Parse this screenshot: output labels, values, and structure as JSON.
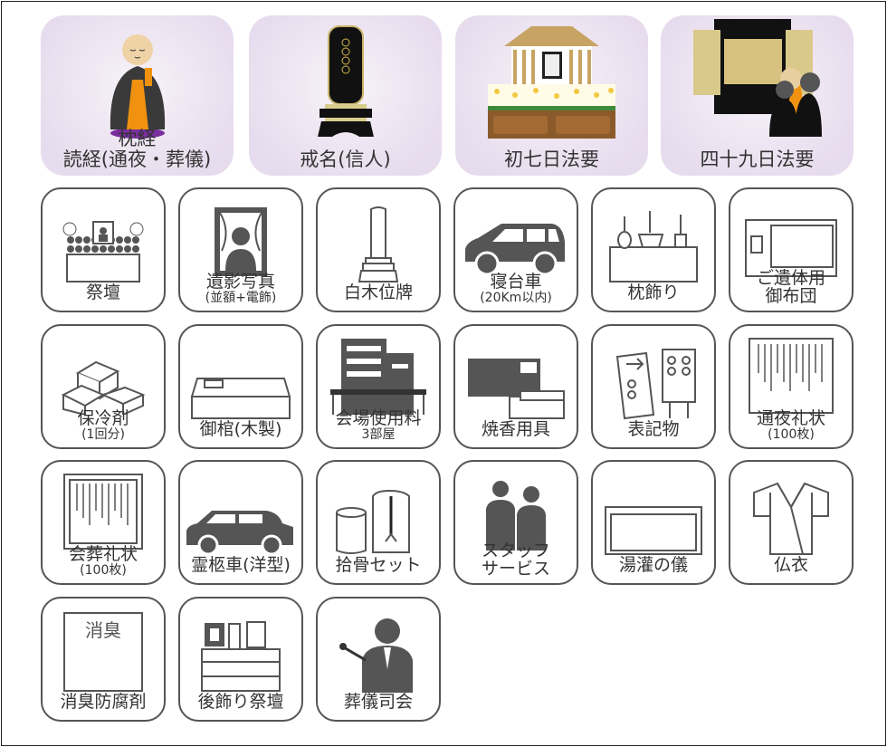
{
  "featured": [
    {
      "name": "makuragyo",
      "label": "枕経",
      "label2": "読経(通夜・葬儀)",
      "icon": "monk-icon"
    },
    {
      "name": "kaimyo",
      "label": "戒名(信人)",
      "icon": "memorial-tablet-icon"
    },
    {
      "name": "shonanoka",
      "label": "初七日法要",
      "icon": "altar-photo-icon"
    },
    {
      "name": "shijukunichi",
      "label": "四十九日法要",
      "icon": "buddhist-altar-icon"
    }
  ],
  "items": [
    {
      "label": "祭壇",
      "icon": "altar-icon"
    },
    {
      "label": "遺影写真",
      "sub": "(並額+電飾)",
      "icon": "portrait-icon"
    },
    {
      "label": "白木位牌",
      "icon": "wood-tablet-icon"
    },
    {
      "label": "寝台車",
      "sub": "(20Km以内)",
      "icon": "van-icon"
    },
    {
      "label": "枕飾り",
      "icon": "pillow-altar-icon"
    },
    {
      "label": "ご遺体用",
      "label2": "御布団",
      "icon": "futon-icon"
    },
    {
      "label": "保冷剤",
      "sub": "(1回分)",
      "icon": "ice-pack-icon"
    },
    {
      "label": "御棺(木製)",
      "icon": "coffin-icon"
    },
    {
      "label": "会場使用料",
      "sub": "3部屋",
      "icon": "hall-icon"
    },
    {
      "label": "焼香用具",
      "icon": "incense-set-icon"
    },
    {
      "label": "表記物",
      "icon": "signboard-icon"
    },
    {
      "label": "通夜礼状",
      "sub": "(100枚)",
      "icon": "wake-letter-icon"
    },
    {
      "label": "会葬礼状",
      "sub": "(100枚)",
      "icon": "funeral-letter-icon"
    },
    {
      "label": "霊柩車(洋型)",
      "icon": "hearse-icon"
    },
    {
      "label": "拾骨セット",
      "icon": "urn-set-icon"
    },
    {
      "label": "スタッフ",
      "label2": "サービス",
      "icon": "staff-icon"
    },
    {
      "label": "湯灌の儀",
      "icon": "bathtub-icon"
    },
    {
      "label": "仏衣",
      "icon": "kimono-icon"
    },
    {
      "label": "消臭防腐剤",
      "icon": "deodorant-icon",
      "icon_text": "消臭"
    },
    {
      "label": "後飾り祭壇",
      "icon": "after-altar-icon"
    },
    {
      "label": "葬儀司会",
      "icon": "mc-icon"
    }
  ]
}
